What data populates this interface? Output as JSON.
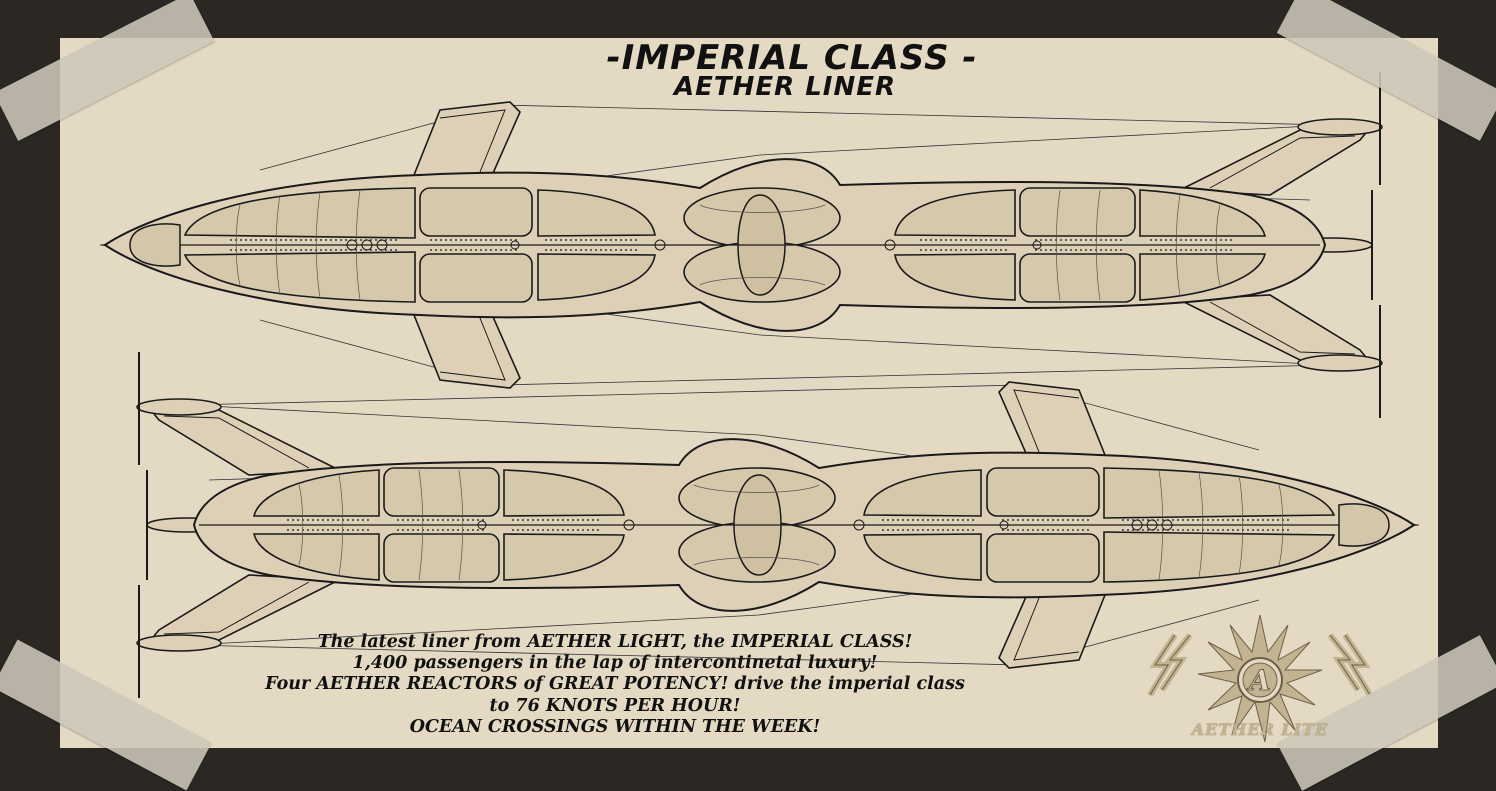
{
  "title": {
    "line1": "-IMPERIAL CLASS -",
    "line2": "AETHER LINER"
  },
  "tagline": [
    "The latest liner from AETHER LIGHT, the IMPERIAL CLASS!",
    "1,400 passengers in the lap of intercontinetal luxury!",
    "Four AETHER REACTORS of GREAT POTENCY! drive the imperial class",
    "to 76 KNOTS PER HOUR!",
    "OCEAN CROSSINGS WITHIN THE WEEK!"
  ],
  "logo": {
    "letter": "A",
    "brand": "AETHER LITE",
    "color": "#c2b391"
  },
  "colors": {
    "frame": "#2b2722",
    "paper": "#e4d9c3",
    "hull": "#ddd0b6",
    "ink": "#1a1a1a"
  }
}
